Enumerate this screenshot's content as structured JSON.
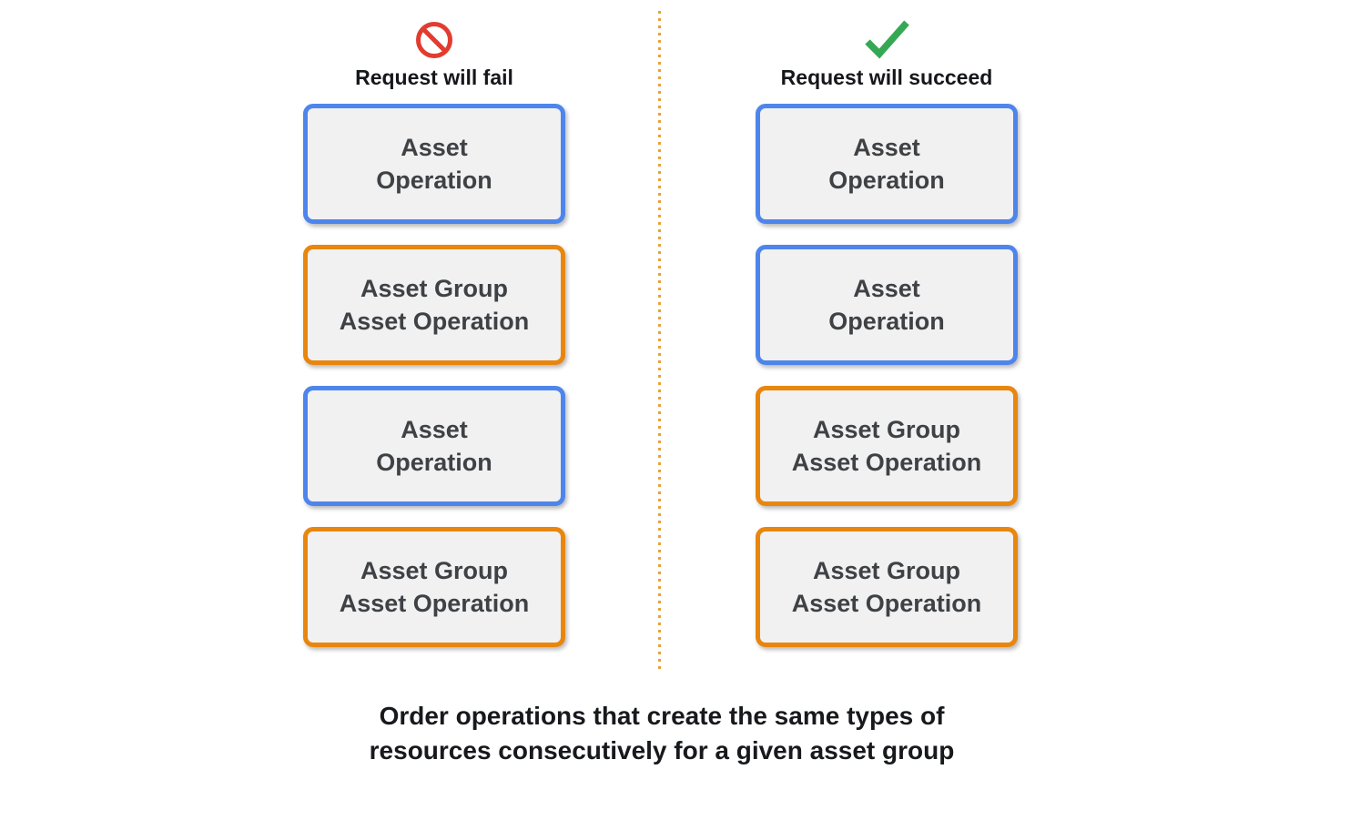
{
  "columns": [
    {
      "id": "fail",
      "icon": "prohibition-icon",
      "label": "Request will fail",
      "boxes": [
        {
          "type": "asset-operation",
          "lines": [
            "Asset",
            "Operation"
          ]
        },
        {
          "type": "asset-group-asset-operation",
          "lines": [
            "Asset Group",
            "Asset Operation"
          ]
        },
        {
          "type": "asset-operation",
          "lines": [
            "Asset",
            "Operation"
          ]
        },
        {
          "type": "asset-group-asset-operation",
          "lines": [
            "Asset Group",
            "Asset Operation"
          ]
        }
      ]
    },
    {
      "id": "succeed",
      "icon": "checkmark-icon",
      "label": "Request will succeed",
      "boxes": [
        {
          "type": "asset-operation",
          "lines": [
            "Asset",
            "Operation"
          ]
        },
        {
          "type": "asset-operation",
          "lines": [
            "Asset",
            "Operation"
          ]
        },
        {
          "type": "asset-group-asset-operation",
          "lines": [
            "Asset Group",
            "Asset Operation"
          ]
        },
        {
          "type": "asset-group-asset-operation",
          "lines": [
            "Asset Group",
            "Asset Operation"
          ]
        }
      ]
    }
  ],
  "caption": {
    "lines": [
      "Order operations that create the same types of",
      "resources consecutively for a given asset group"
    ]
  },
  "colors": {
    "asset_operation_border": "#4e85ec",
    "asset_group_asset_operation_border": "#e8860e",
    "node_fill": "#f1f1f2",
    "node_text": "#3f4245",
    "fail_icon_red": "#e23c30",
    "succeed_icon_green": "#35a853",
    "divider_orange": "#e5a33c"
  }
}
